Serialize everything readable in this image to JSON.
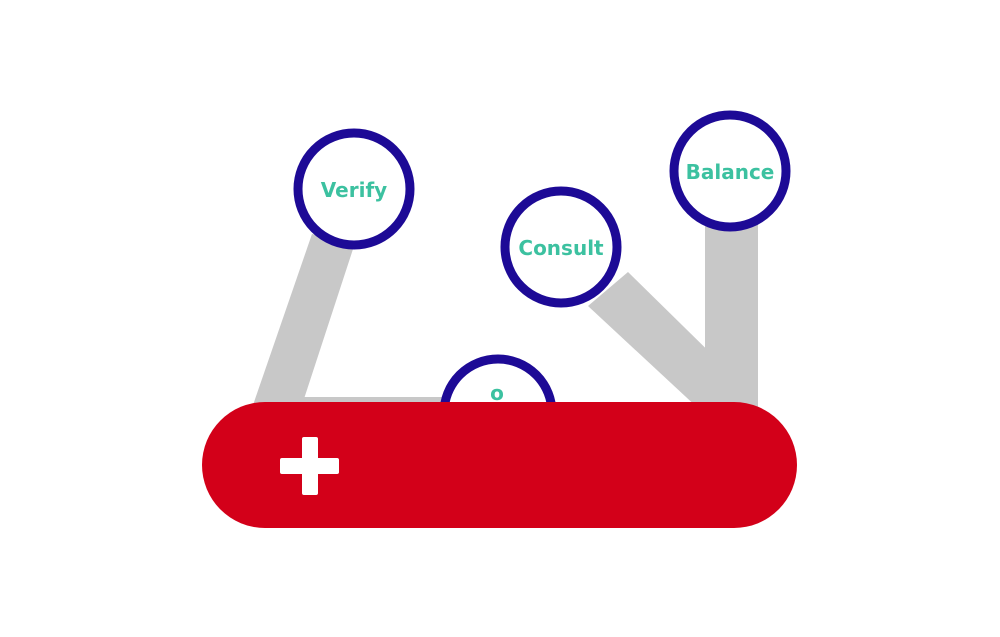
{
  "colors": {
    "background": "#ffffff",
    "knife_body": "#d30019",
    "cross": "#ffffff",
    "arm": "#c8c8c8",
    "circle_stroke": "#1d0a96",
    "circle_fill": "#ffffff",
    "label": "#3cc1a0"
  },
  "nodes": {
    "verify": {
      "label": "Verify"
    },
    "consult": {
      "label": "Consult"
    },
    "balance": {
      "label": "Balance"
    },
    "partial": {
      "label": "o"
    }
  },
  "icons": {
    "cross": "swiss-cross-icon"
  }
}
